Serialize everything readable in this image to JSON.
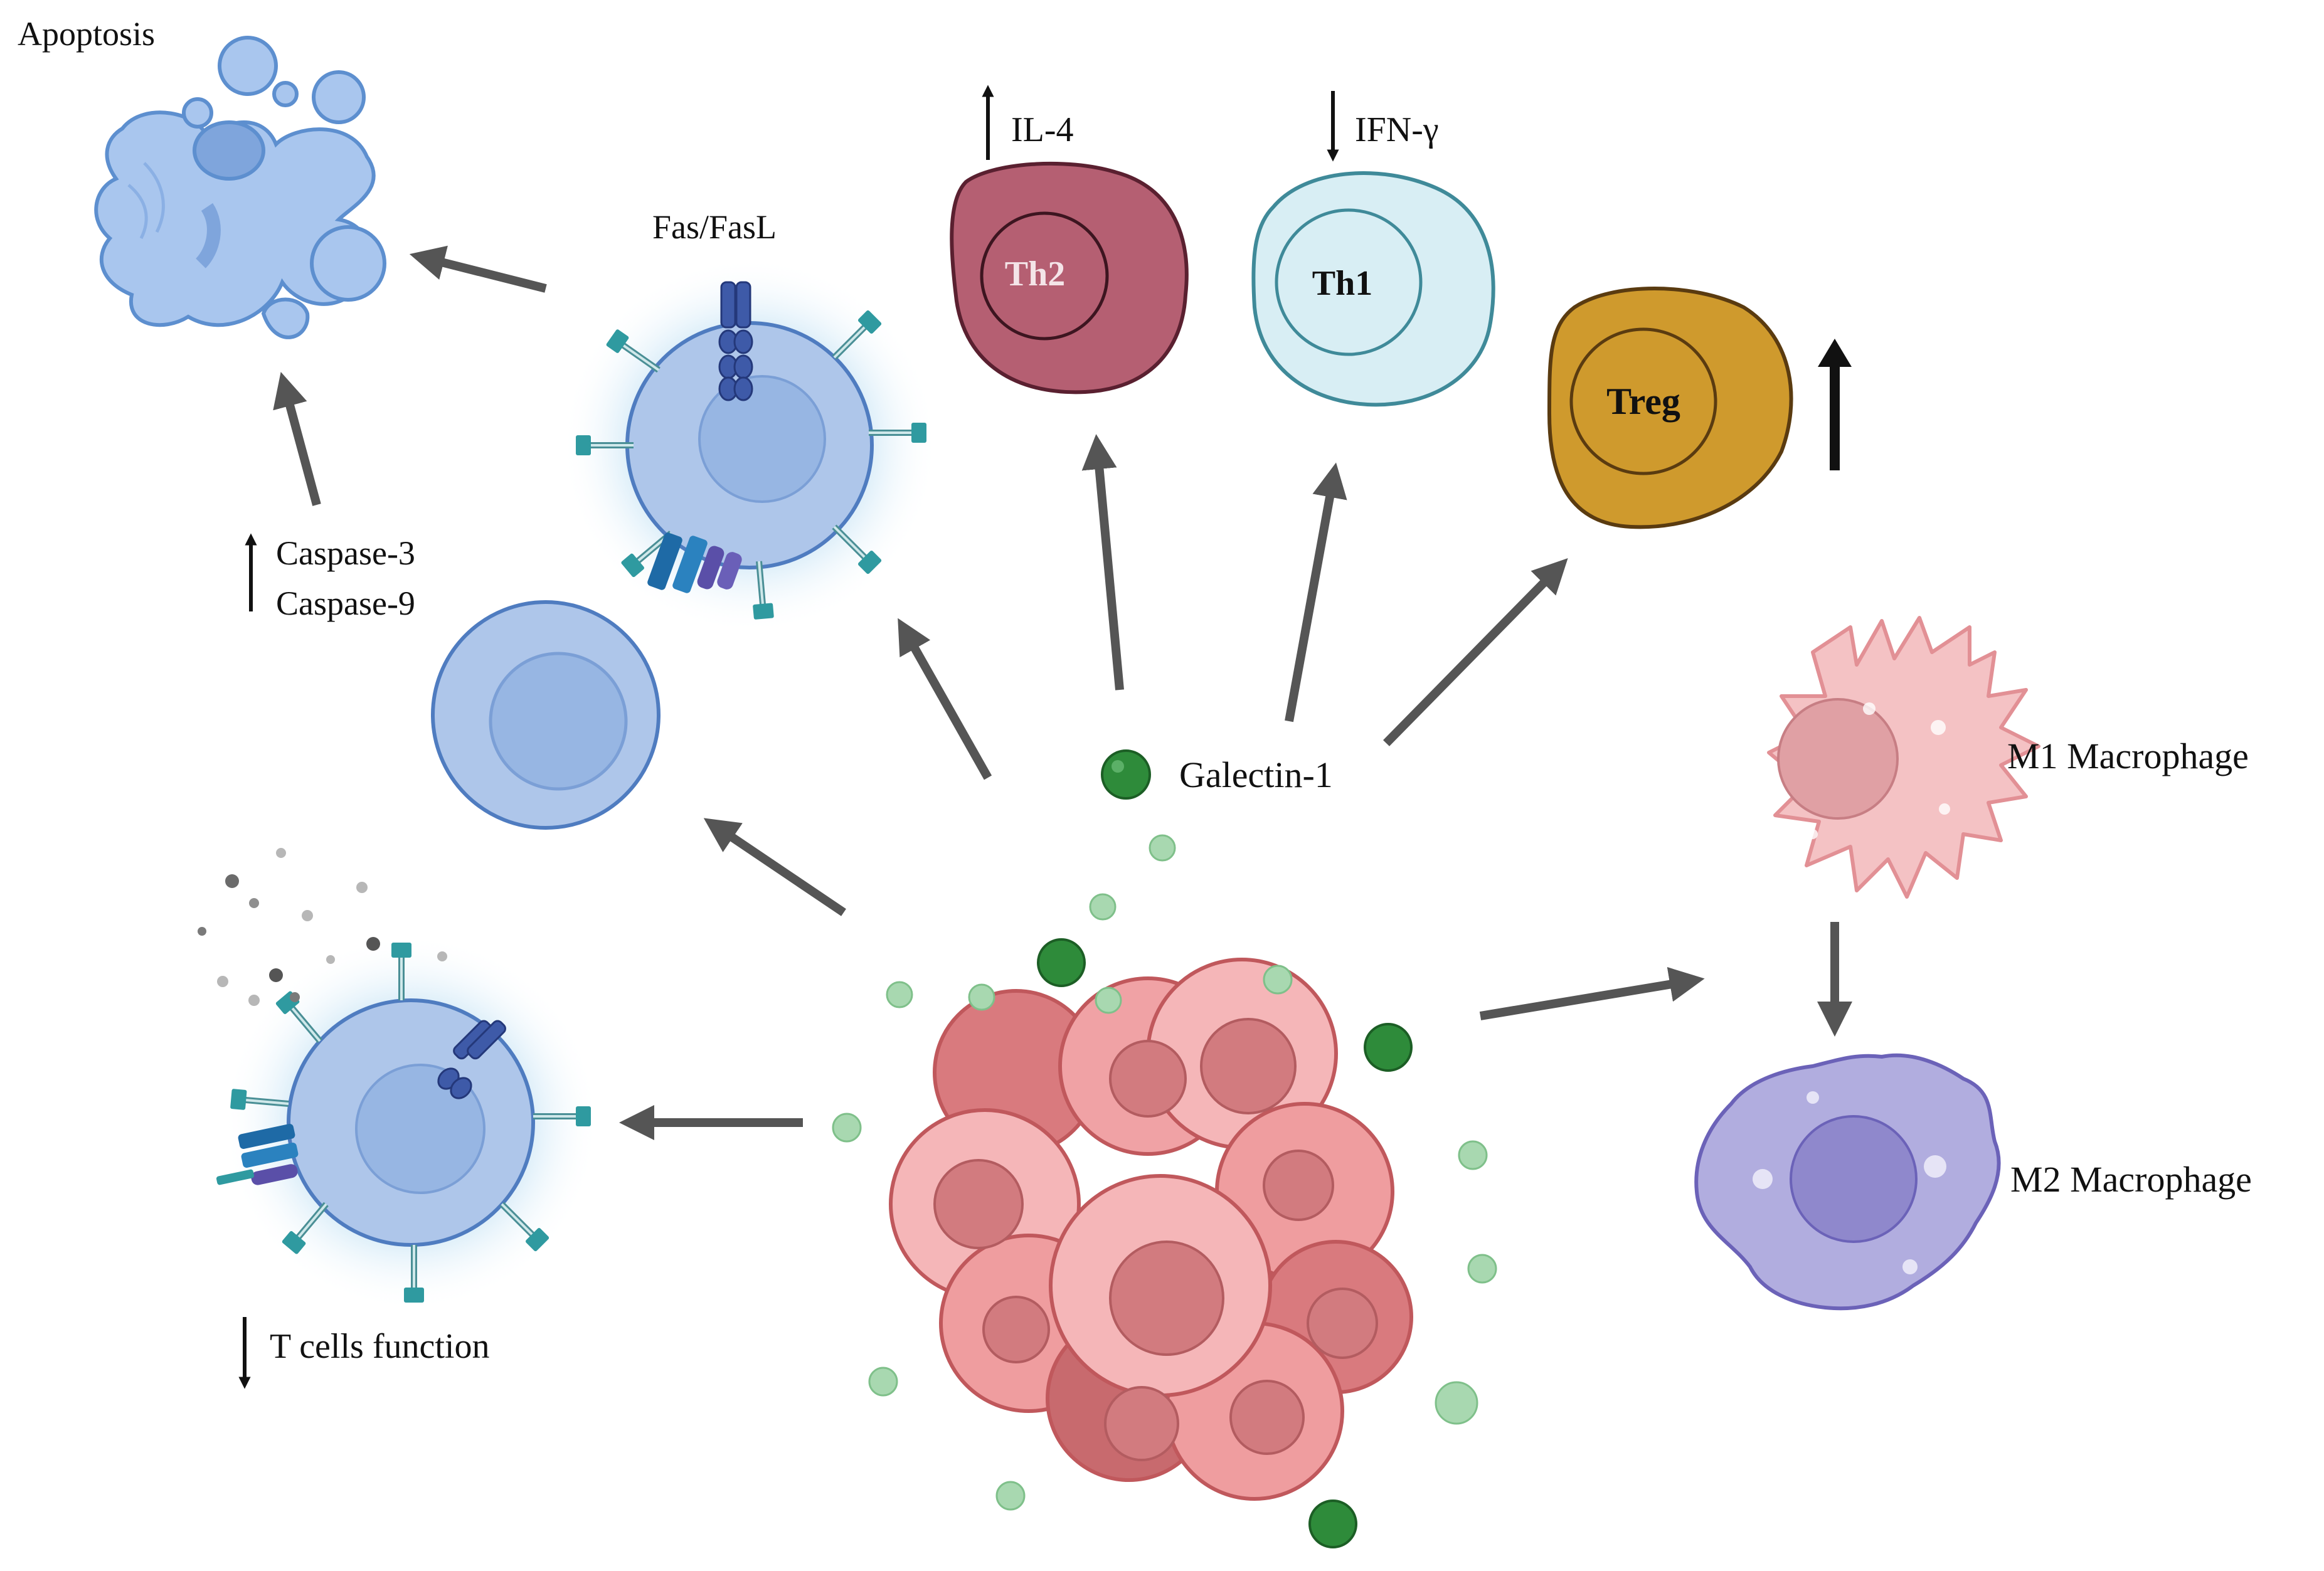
{
  "labels": {
    "apoptosis": "Apoptosis",
    "fas_fasl": "Fas/FasL",
    "caspase3": "Caspase-3",
    "caspase9": "Caspase-9",
    "t_cells_function": "T cells function",
    "il4": "IL-4",
    "ifng": "IFN-γ",
    "th2": "Th2",
    "th1": "Th1",
    "treg": "Treg",
    "galectin": "Galectin-1",
    "m1": "M1 Macrophage",
    "m2": "M2 Macrophage"
  },
  "indicators": {
    "caspase": "up",
    "t_cells_function": "down",
    "il4": "up",
    "ifng": "down",
    "treg": "up"
  },
  "colors": {
    "arrow": "#555555",
    "th2_fill": "#b55f72",
    "th1_fill": "#d8eef4",
    "treg_fill": "#cf9a2d",
    "t_cell_fill": "#aec6ea",
    "m1_fill": "#f4c2c4",
    "m2_fill": "#b1addf",
    "galectin_dark": "#2e8b3a",
    "galectin_light": "#a8d8b0",
    "tumor_fill": "#ef9d9f"
  }
}
